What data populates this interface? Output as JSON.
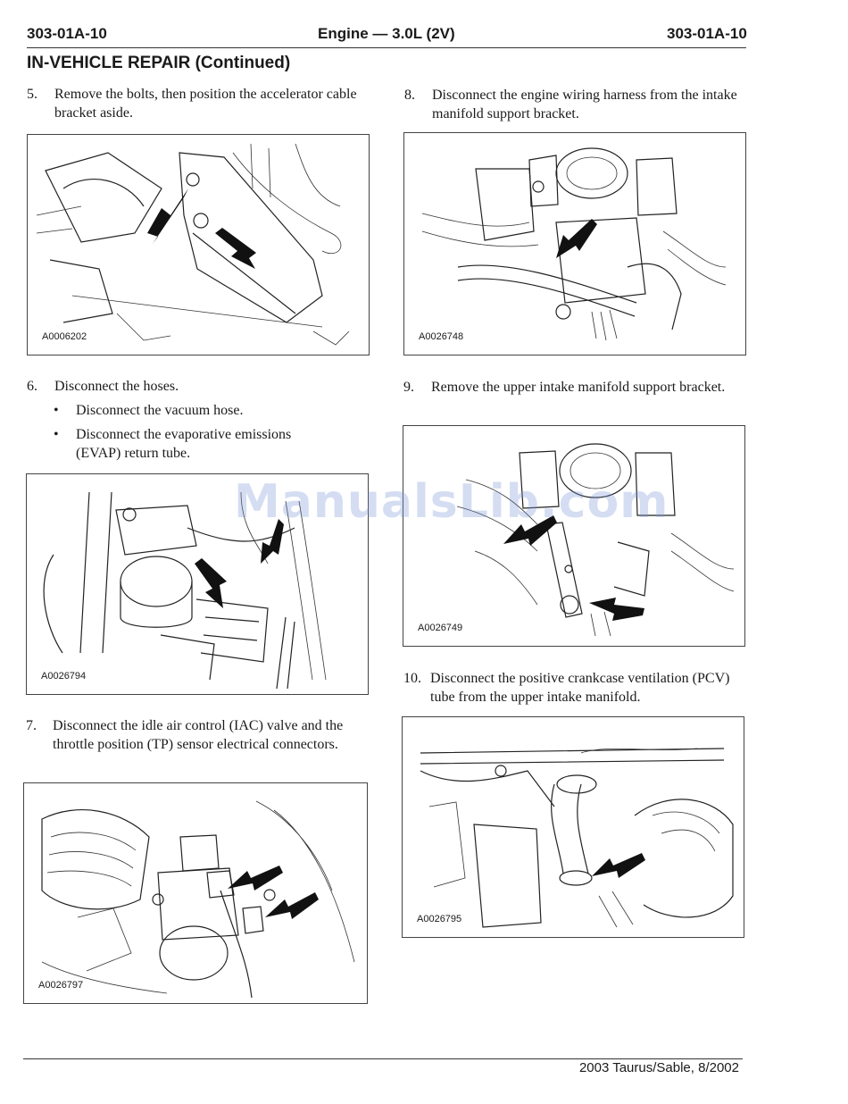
{
  "header": {
    "left": "303-01A-10",
    "center": "Engine — 3.0L (2V)",
    "right": "303-01A-10"
  },
  "section_title": "IN-VEHICLE REPAIR (Continued)",
  "steps": [
    {
      "number": "5.",
      "text": "Remove the bolts, then position the accelerator cable bracket aside.",
      "figure": "A0006202"
    },
    {
      "number": "6.",
      "text": "Disconnect the hoses.",
      "bullets": [
        "Disconnect the vacuum hose.",
        "Disconnect the evaporative emissions (EVAP) return tube."
      ],
      "figure": "A0026794"
    },
    {
      "number": "7.",
      "text": "Disconnect the idle air control (IAC) valve and the throttle position (TP) sensor electrical connectors.",
      "figure": "A0026797"
    },
    {
      "number": "8.",
      "text": "Disconnect the engine wiring harness from the intake manifold support bracket.",
      "figure": "A0026748"
    },
    {
      "number": "9.",
      "text": "Remove the upper intake manifold support bracket.",
      "figure": "A0026749"
    },
    {
      "number": "10.",
      "text": "Disconnect the positive crankcase ventilation (PCV) tube from the upper intake manifold.",
      "figure": "A0026795"
    }
  ],
  "watermark": "ManualsLib.com",
  "footer": "2003 Taurus/Sable, 8/2002"
}
